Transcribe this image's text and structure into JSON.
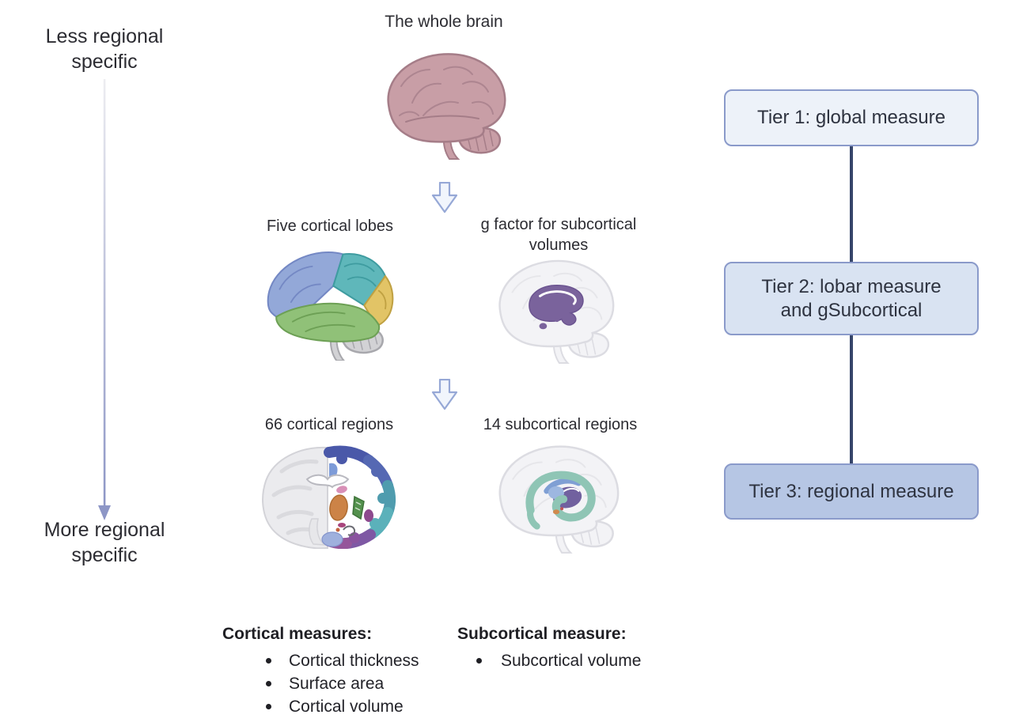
{
  "figure": {
    "type": "diagram",
    "description": "Hierarchy of brain imaging measures from global to regional specificity"
  },
  "left_axis": {
    "top_line1": "Less regional",
    "top_line2": "specific",
    "bottom_line1": "More regional",
    "bottom_line2": "specific"
  },
  "diagram": {
    "level1": {
      "label": "The whole brain"
    },
    "level2": {
      "left_label": "Five cortical lobes",
      "right_label_line1": "g factor for subcortical",
      "right_label_line2": "volumes"
    },
    "level3": {
      "left_label": "66 cortical regions",
      "right_label": "14 subcortical regions"
    }
  },
  "tiers": [
    {
      "label": "Tier 1: global measure"
    },
    {
      "line1": "Tier 2: lobar measure",
      "line2": "and gSubcortical"
    },
    {
      "label": "Tier 3: regional measure"
    }
  ],
  "measures": {
    "cortical": {
      "title": "Cortical measures:",
      "items": [
        "Cortical thickness",
        "Surface area",
        "Cortical volume"
      ]
    },
    "subcortical": {
      "title": "Subcortical measure:",
      "items": [
        "Subcortical volume"
      ]
    }
  },
  "icons": {
    "specificity_arrow": "long-down-arrow",
    "step_arrow": "block-down-arrow",
    "level1_image": "whole-brain-lateral",
    "level2_left_image": "brain-five-colored-lobes",
    "level2_right_image": "brain-purple-subcortical",
    "level3_left_image": "coronal-slice-colored-regions",
    "level3_right_image": "brain-teal-subcortical-regions"
  },
  "colors": {
    "tier1_fill": "#edf2f9",
    "tier2_fill": "#d9e3f2",
    "tier3_fill": "#b6c6e4",
    "tier_border": "#8a9aca",
    "tier_connector": "#36456a",
    "axis_arrow": "#8d96c6",
    "block_arrow_outline": "#96a8d6",
    "whole_brain_pink": "#c89ea6",
    "frontal_lobe_blue": "#93a8d8",
    "parietal_lobe_teal": "#5fb7ba",
    "temporal_lobe_green": "#90c178",
    "occipital_lobe_yellow": "#e2c466",
    "cerebellum_grey": "#d2d2d5",
    "subcortical_purple": "#7a639c",
    "limbic_teal": "#8fc5b5",
    "text": "#2c2c32"
  }
}
